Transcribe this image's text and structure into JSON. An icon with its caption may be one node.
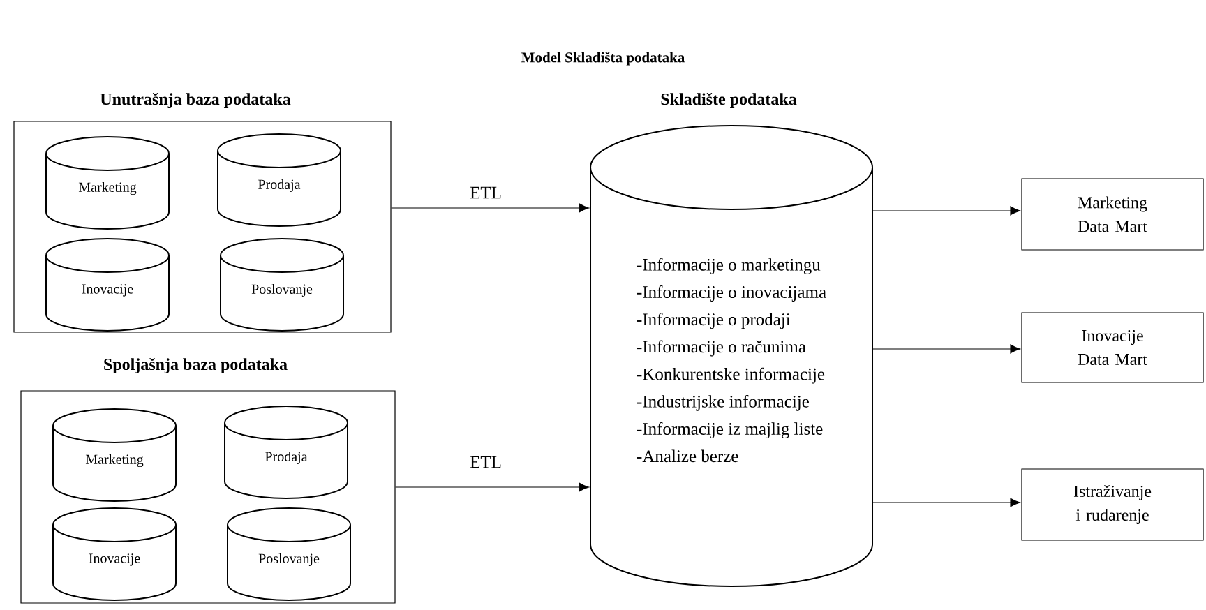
{
  "diagram": {
    "title": "Model Skladišta podataka",
    "nodes": [
      {
        "text": [
          "Unutrašnja baza podataka"
        ]
      },
      {
        "text": [
          "Marketing"
        ],
        "in": 0
      },
      {
        "text": [
          "Prodaja"
        ],
        "in": 0
      },
      {
        "text": [
          "Inovacije"
        ],
        "in": 0
      },
      {
        "text": [
          "Poslovanje"
        ],
        "in": 0
      },
      {
        "text": [
          "Spoljašnja baza podataka"
        ]
      },
      {
        "text": [
          "Marketing"
        ],
        "in": 5
      },
      {
        "text": [
          "Prodaja"
        ],
        "in": 5
      },
      {
        "text": [
          "Inovacije"
        ],
        "in": 5
      },
      {
        "text": [
          "Poslovanje"
        ],
        "in": 5
      },
      {
        "text": [
          "Skladište podataka",
          "-Informacije o marketingu",
          "-Informacije o inovacijama",
          "-Informacije o prodaji",
          "-Informacije o računima",
          "-Konkurentske informacije",
          "-Industrijske informacije",
          "-Informacije iz majlig liste",
          "-Analize berze"
        ]
      },
      {
        "text": [
          "Marketing Data Mart"
        ]
      },
      {
        "text": [
          "Inovacije Data Mart"
        ]
      },
      {
        "text": [
          "Istraživanje i rudarenje"
        ]
      }
    ],
    "edges": [
      {
        "from": 0,
        "to": 10,
        "arrow": "to",
        "label": "ETL"
      },
      {
        "from": 5,
        "to": 10,
        "arrow": "to",
        "label": "ETL"
      },
      {
        "from": 10,
        "to": 11,
        "arrow": "to"
      },
      {
        "from": 10,
        "to": 12,
        "arrow": "to"
      },
      {
        "from": 10,
        "to": 13,
        "arrow": "to"
      }
    ]
  }
}
